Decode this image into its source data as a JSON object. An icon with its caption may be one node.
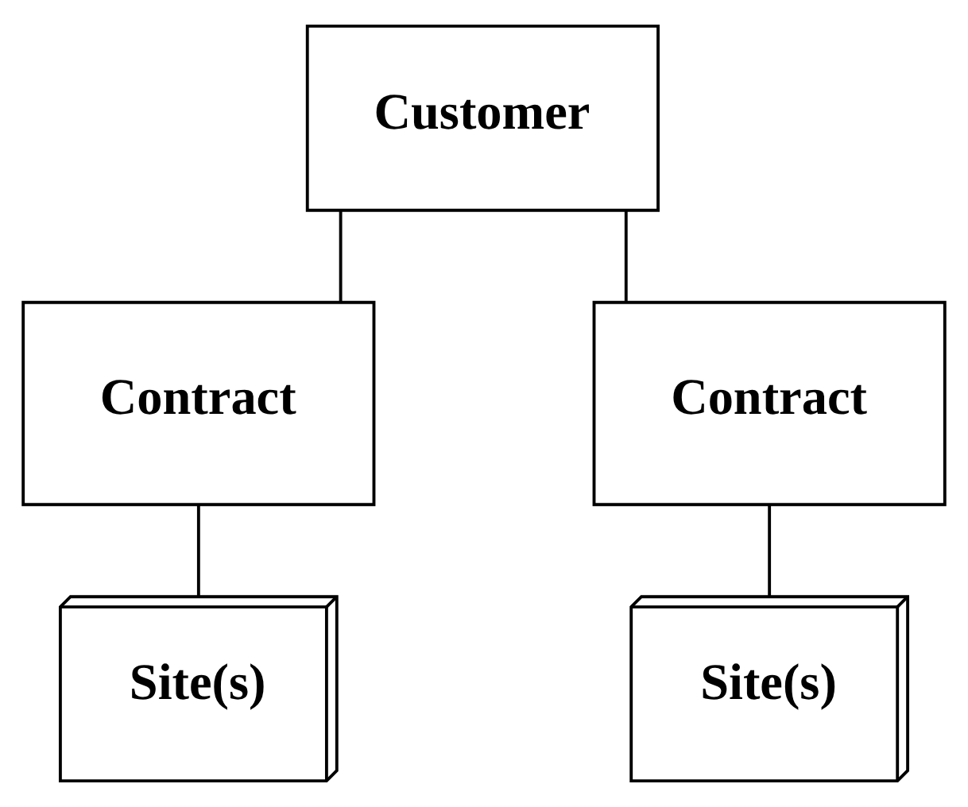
{
  "diagram": {
    "nodes": [
      {
        "text": [
          "Customer"
        ]
      },
      {
        "text": [
          "Contract"
        ]
      },
      {
        "text": [
          "Contract"
        ]
      },
      {
        "text": [
          "Site(s)"
        ]
      },
      {
        "text": [
          "Site(s)"
        ]
      }
    ],
    "edges": [
      {
        "from": 0,
        "to": 1,
        "arrow": "none"
      },
      {
        "from": 0,
        "to": 2,
        "arrow": "none"
      },
      {
        "from": 1,
        "to": 3,
        "arrow": "none"
      },
      {
        "from": 2,
        "to": 4,
        "arrow": "none"
      }
    ]
  }
}
